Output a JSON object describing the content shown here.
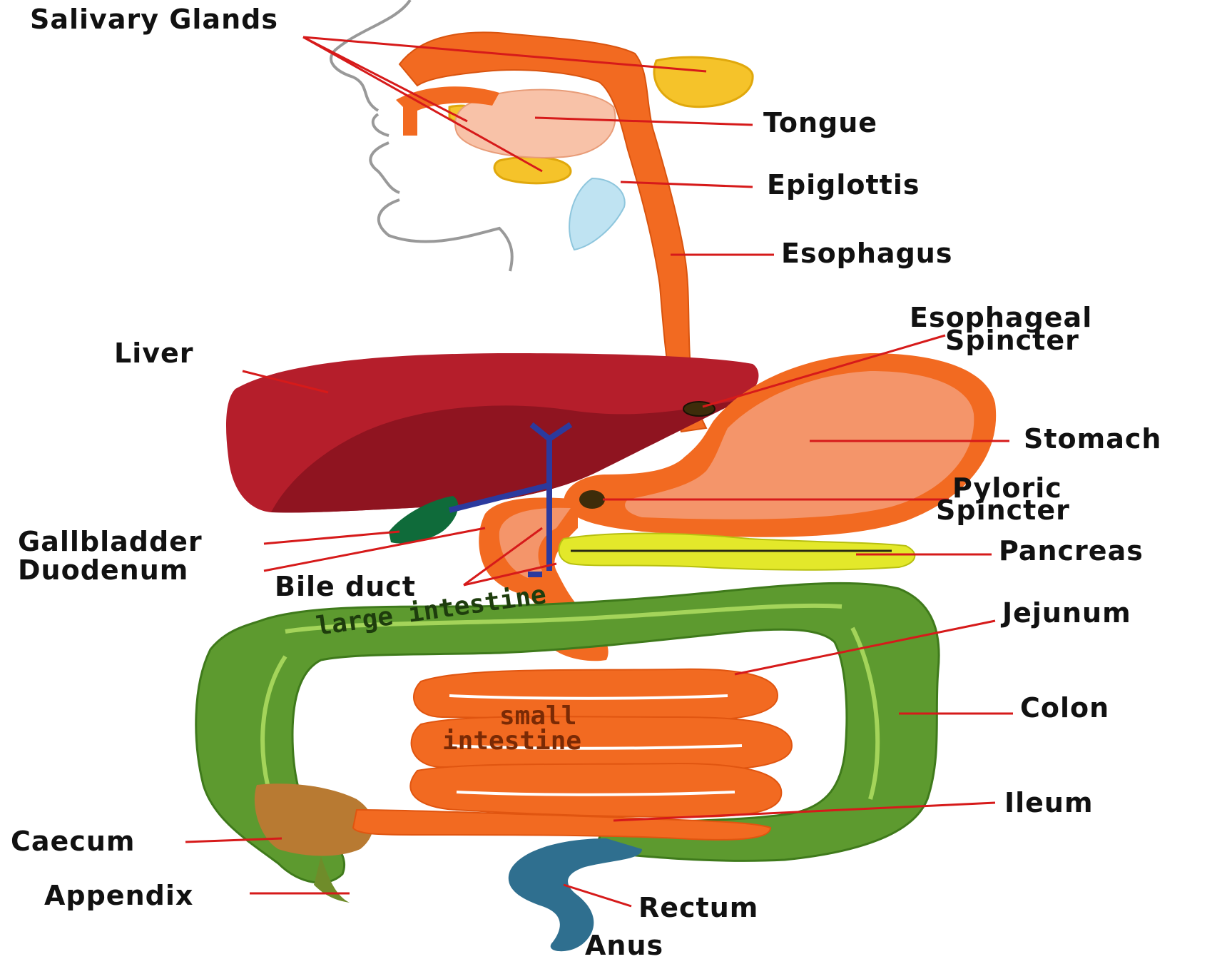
{
  "labels": {
    "salivary_glands": "Salivary Glands",
    "tongue": "Tongue",
    "epiglottis": "Epiglottis",
    "esophagus": "Esophagus",
    "esophageal_spincter_1": "Esophageal",
    "esophageal_spincter_2": "Spincter",
    "liver": "Liver",
    "stomach": "Stomach",
    "pyloric_spincter_1": "Pyloric",
    "pyloric_spincter_2": "Spincter",
    "gallbladder": "Gallbladder",
    "duodenum": "Duodenum",
    "bile_duct": "Bile duct",
    "pancreas": "Pancreas",
    "jejunum": "Jejunum",
    "colon": "Colon",
    "ileum": "Ileum",
    "caecum": "Caecum",
    "appendix": "Appendix",
    "rectum": "Rectum",
    "anus": "Anus"
  },
  "organ_text": {
    "large_intestine": "large intestine",
    "small_1": "small",
    "small_2": "intestine"
  },
  "colors": {
    "esophagus": "#f26a21",
    "liver": "#b51e2b",
    "stomach": "#f4956a",
    "colon": "#5d9a2f",
    "pancreas": "#e3e82a",
    "bile_duct": "#2b3a9e",
    "rectum": "#2f6f8f",
    "leader": "#d61a1a"
  }
}
